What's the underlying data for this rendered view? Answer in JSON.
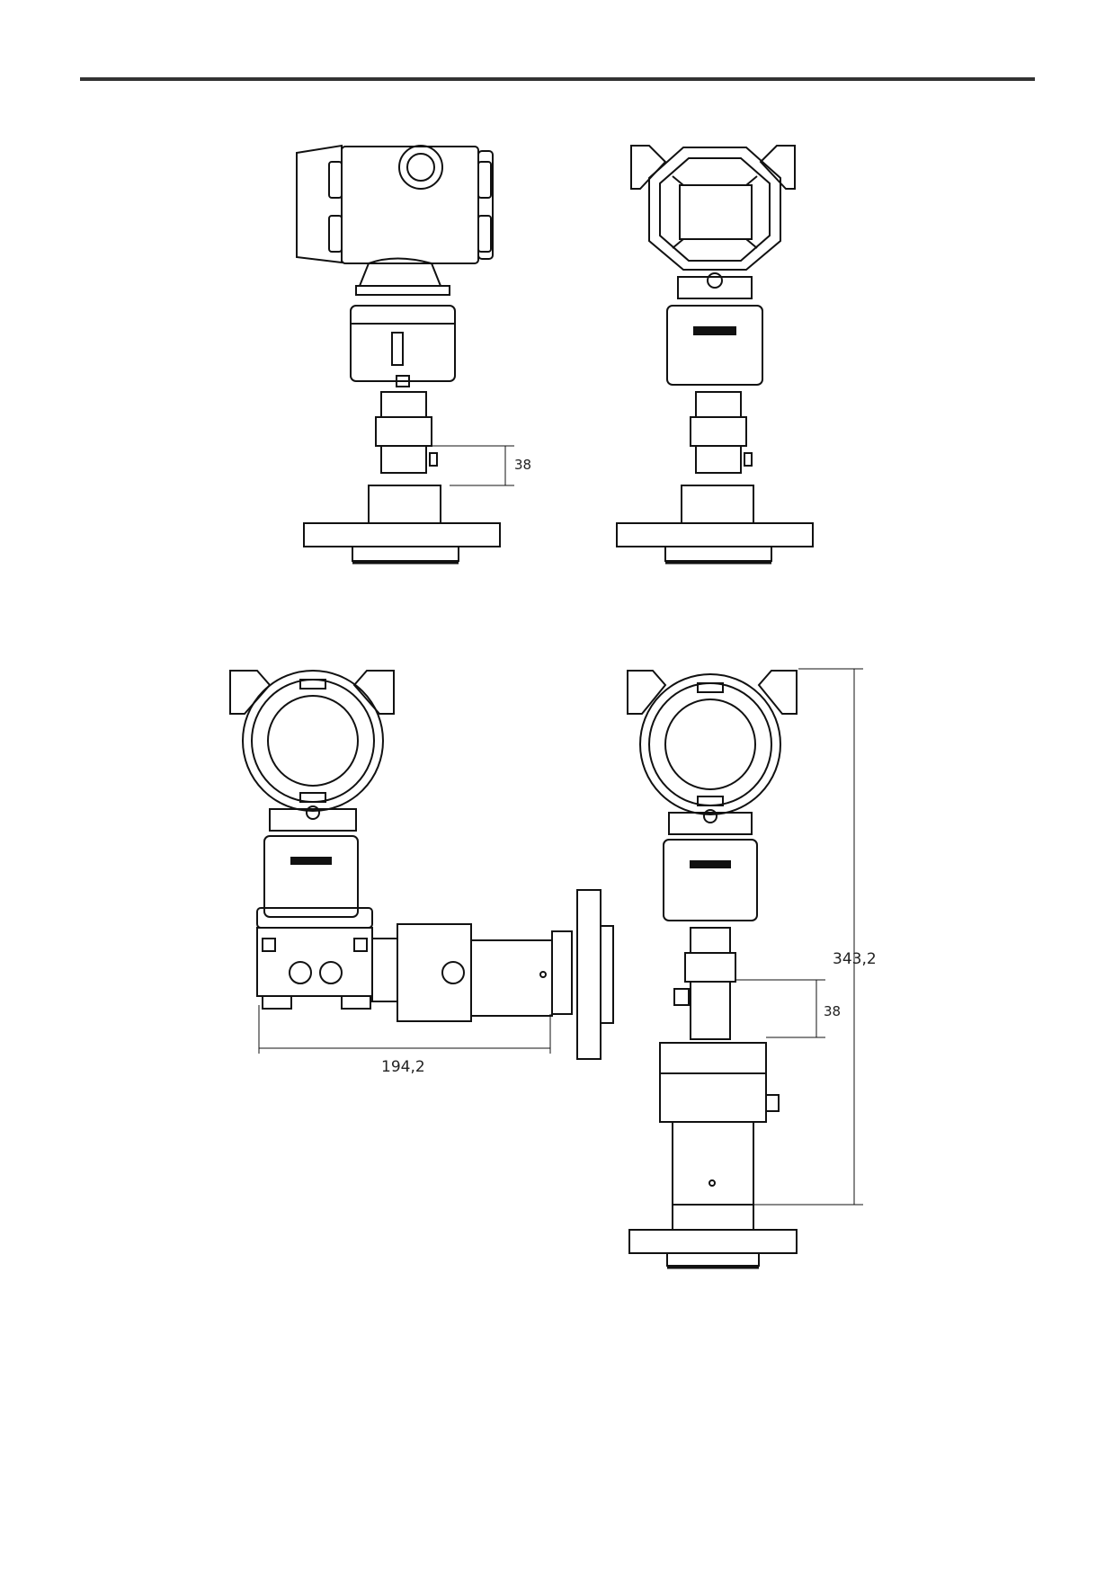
{
  "figure": {
    "dimensions": {
      "flange_neck_height_top": "38",
      "flange_neck_height_bottom": "38",
      "total_height": "343,2",
      "horizontal_length": "194,2"
    }
  },
  "colors": {
    "line": "#111111",
    "background": "#ffffff"
  }
}
